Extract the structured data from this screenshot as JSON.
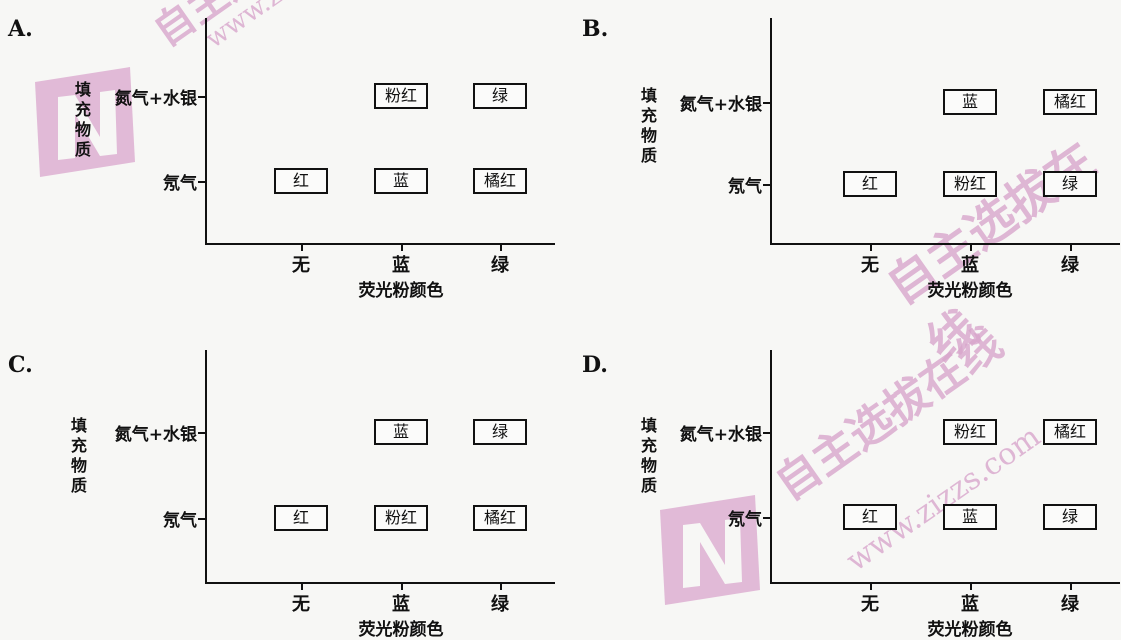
{
  "panels": [
    {
      "letter": "A.",
      "y_title": "填充物质",
      "x_title": "荧光粉颜色",
      "rows": [
        "氮气+水银",
        "氖气"
      ],
      "cols": [
        "无",
        "蓝",
        "绿"
      ],
      "cells": [
        [
          "",
          "粉红",
          "绿"
        ],
        [
          "红",
          "蓝",
          "橘红"
        ]
      ]
    },
    {
      "letter": "B.",
      "y_title": "填充物质",
      "x_title": "荧光粉颜色",
      "rows": [
        "氮气+水银",
        "氖气"
      ],
      "cols": [
        "无",
        "蓝",
        "绿"
      ],
      "cells": [
        [
          "",
          "蓝",
          "橘红"
        ],
        [
          "红",
          "粉红",
          "绿"
        ]
      ]
    },
    {
      "letter": "C.",
      "y_title": "填充物质",
      "x_title": "荧光粉颜色",
      "rows": [
        "氮气+水银",
        "氖气"
      ],
      "cols": [
        "无",
        "蓝",
        "绿"
      ],
      "cells": [
        [
          "",
          "蓝",
          "绿"
        ],
        [
          "红",
          "粉红",
          "橘红"
        ]
      ]
    },
    {
      "letter": "D.",
      "y_title": "填充物质",
      "x_title": "荧光粉颜色",
      "rows": [
        "氮气+水银",
        "氖气"
      ],
      "cols": [
        "无",
        "蓝",
        "绿"
      ],
      "cells": [
        [
          "",
          "粉红",
          "橘红"
        ],
        [
          "红",
          "蓝",
          "绿"
        ]
      ]
    }
  ],
  "watermark": {
    "text": "自主选拔在线",
    "url": "www.zizzs.com",
    "color": "#d9a6cc"
  }
}
